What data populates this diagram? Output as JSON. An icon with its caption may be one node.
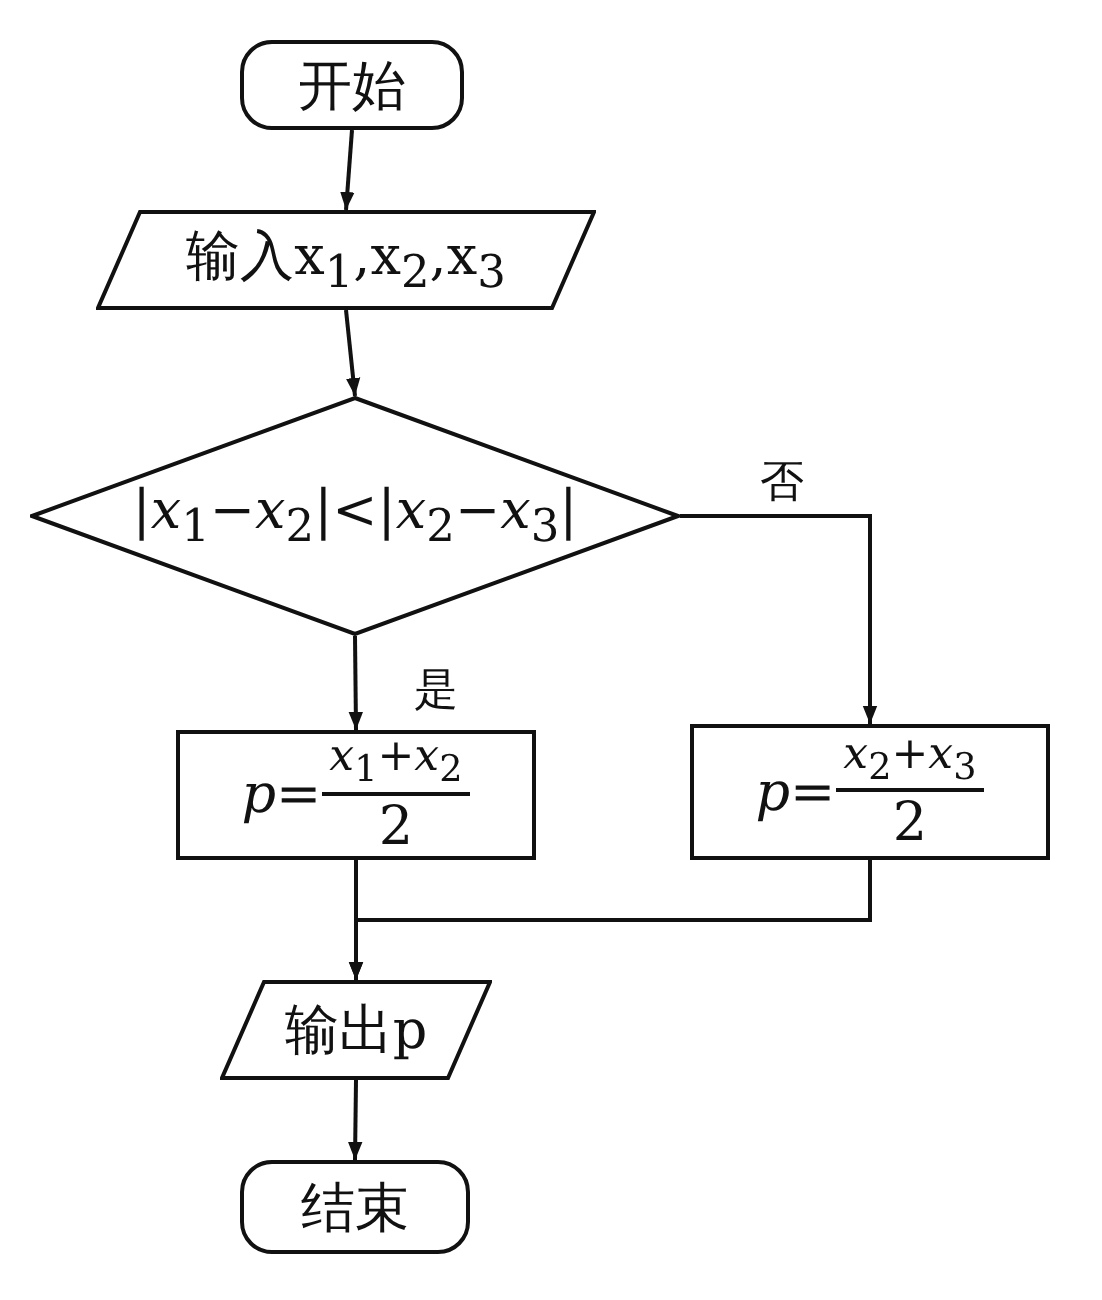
{
  "diagram": {
    "nodes": [
      {
        "text": [
          "开始"
        ]
      },
      {
        "text": [
          "输入x$_{1}$,x$_{2}$,x$_{3}$"
        ]
      },
      {
        "text": [
          "|*x*$_{1}$−*x*$_{2}$|<|*x*$_{2}$−*x*$_{3}$|"
        ]
      },
      {
        "text": [
          "*p*=",
          "*x*$_{1}$+*x*$_{2}$",
          "2"
        ]
      },
      {
        "text": [
          "*p*=",
          "*x*$_{2}$+*x*$_{3}$",
          "2"
        ]
      },
      {
        "text": [
          "输出p"
        ]
      },
      {
        "text": [
          "结束"
        ]
      }
    ],
    "edges": [
      {
        "from": 0,
        "to": 1,
        "arrow": "to"
      },
      {
        "from": 1,
        "to": 2,
        "arrow": "to"
      },
      {
        "from": 2,
        "to": 3,
        "arrow": "to",
        "label": "是"
      },
      {
        "from": 2,
        "to": 4,
        "arrow": "to",
        "label": "否"
      },
      {
        "from": 3,
        "to": 5,
        "arrow": "to"
      },
      {
        "from": 4,
        "to": 5,
        "arrow": "to"
      },
      {
        "from": 5,
        "to": 6,
        "arrow": "to"
      }
    ]
  }
}
